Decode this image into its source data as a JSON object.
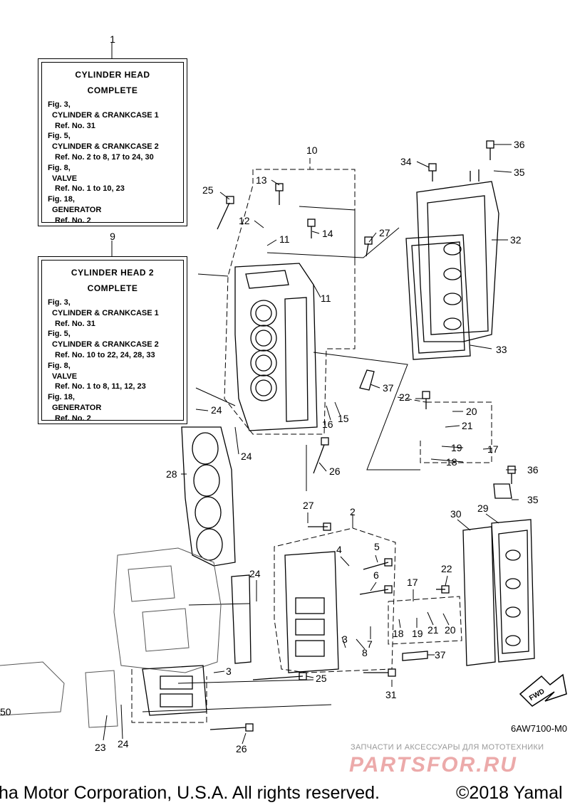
{
  "box1": {
    "ref": "1",
    "title1": "CYLINDER  HEAD",
    "title2": "COMPLETE",
    "lines": [
      "Fig. 3,",
      "CYLINDER & CRANKCASE 1",
      "Ref. No. 31",
      "Fig. 5,",
      "CYLINDER & CRANKCASE 2",
      "Ref. No. 2 to 8, 17 to 24, 30",
      "Fig. 8,",
      "VALVE",
      "Ref. No. 1 to 10, 23",
      "Fig. 18,",
      "GENERATOR",
      "Ref. No. 2"
    ]
  },
  "box9": {
    "ref": "9",
    "title1": "CYLINDER  HEAD 2",
    "title2": "COMPLETE",
    "lines": [
      "Fig. 3,",
      "CYLINDER & CRANKCASE 1",
      "Ref. No. 31",
      "Fig. 5,",
      "CYLINDER & CRANKCASE 2",
      "Ref. No. 10 to 22, 24, 28, 33",
      "Fig. 8,",
      "VALVE",
      "Ref. No. 1 to 8, 11, 12, 23",
      "Fig. 18,",
      "GENERATOR",
      "Ref. No. 2"
    ]
  },
  "callouts": {
    "c10": "10",
    "c13": "13",
    "c25a": "25",
    "c12": "12",
    "c11a": "11",
    "c14": "14",
    "c27a": "27",
    "c11b": "11",
    "c34": "34",
    "c36a": "36",
    "c35a": "35",
    "c32": "32",
    "c33": "33",
    "c37a": "37",
    "c22a": "22",
    "c20a": "20",
    "c21a": "21",
    "c16": "16",
    "c15": "15",
    "c24a": "24",
    "c24b": "24",
    "c19a": "19",
    "c17a": "17",
    "c18a": "18",
    "c28": "28",
    "c26a": "26",
    "c36b": "36",
    "c35b": "35",
    "c27b": "27",
    "c2": "2",
    "c30": "30",
    "c29": "29",
    "c4": "4",
    "c5": "5",
    "c6": "6",
    "c24c": "24",
    "c22b": "22",
    "c17b": "17",
    "c7": "7",
    "c18b": "18",
    "c19b": "19",
    "c21b": "21",
    "c20b": "20",
    "c3a": "3",
    "c8": "8",
    "c37b": "37",
    "c3b": "3",
    "c25b": "25",
    "c31": "31",
    "c50": "50",
    "c23": "23",
    "c24d": "24",
    "c26b": "26"
  },
  "drawing_code": "6AW7100-M0",
  "watermark": {
    "top": "ЗАПЧАСТИ И АКСЕССУАРЫ ДЛЯ МОТОТЕХНИКИ",
    "logo": "PARTSFOR.RU"
  },
  "footer": {
    "left": "ha Motor Corporation, U.S.A. All rights reserved.",
    "right": "©2018 Yamal"
  },
  "fwd_label": "FWD"
}
